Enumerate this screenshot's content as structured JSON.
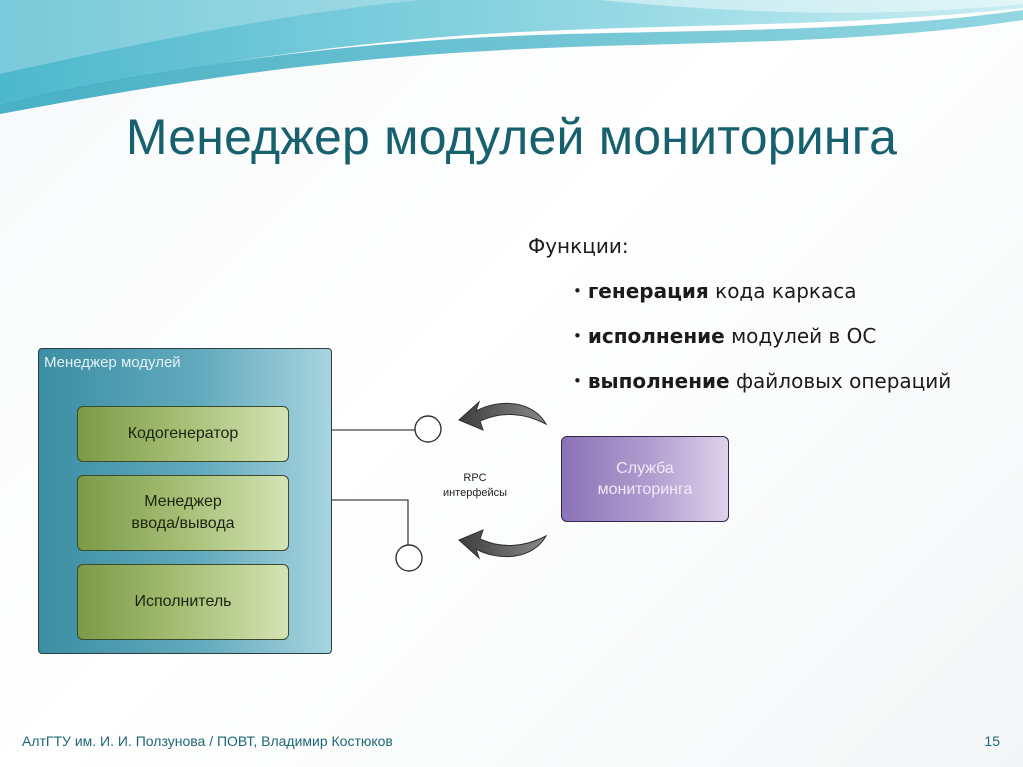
{
  "slide": {
    "title": "Менеджер модулей мониторинга",
    "functions_heading": "Функции:",
    "functions": [
      {
        "term": "генерация",
        "rest": " кода каркаса"
      },
      {
        "term": "исполнение",
        "rest": " модулей в ОС"
      },
      {
        "term": "выполнение",
        "rest": " файловых операций"
      }
    ],
    "colors": {
      "title": "#17606e",
      "wave": "#5fc4d6",
      "panel": "#4d9db1",
      "inner_box": "#a6bf75",
      "service_box": "#b29fd0"
    }
  },
  "diagram": {
    "panel_title": "Менеджер модулей",
    "boxes": [
      {
        "label": "Кодогенератор"
      },
      {
        "label": "Менеджер\nввода/вывода"
      },
      {
        "label": "Исполнитель"
      }
    ],
    "rpc_label": "RPC\nинтерфейсы",
    "service_label": "Служба\nмониторинга"
  },
  "footer": {
    "text": "АлтГТУ им. И. И. Ползунова / ПОВТ, Владимир Костюков",
    "page_number": "15"
  }
}
